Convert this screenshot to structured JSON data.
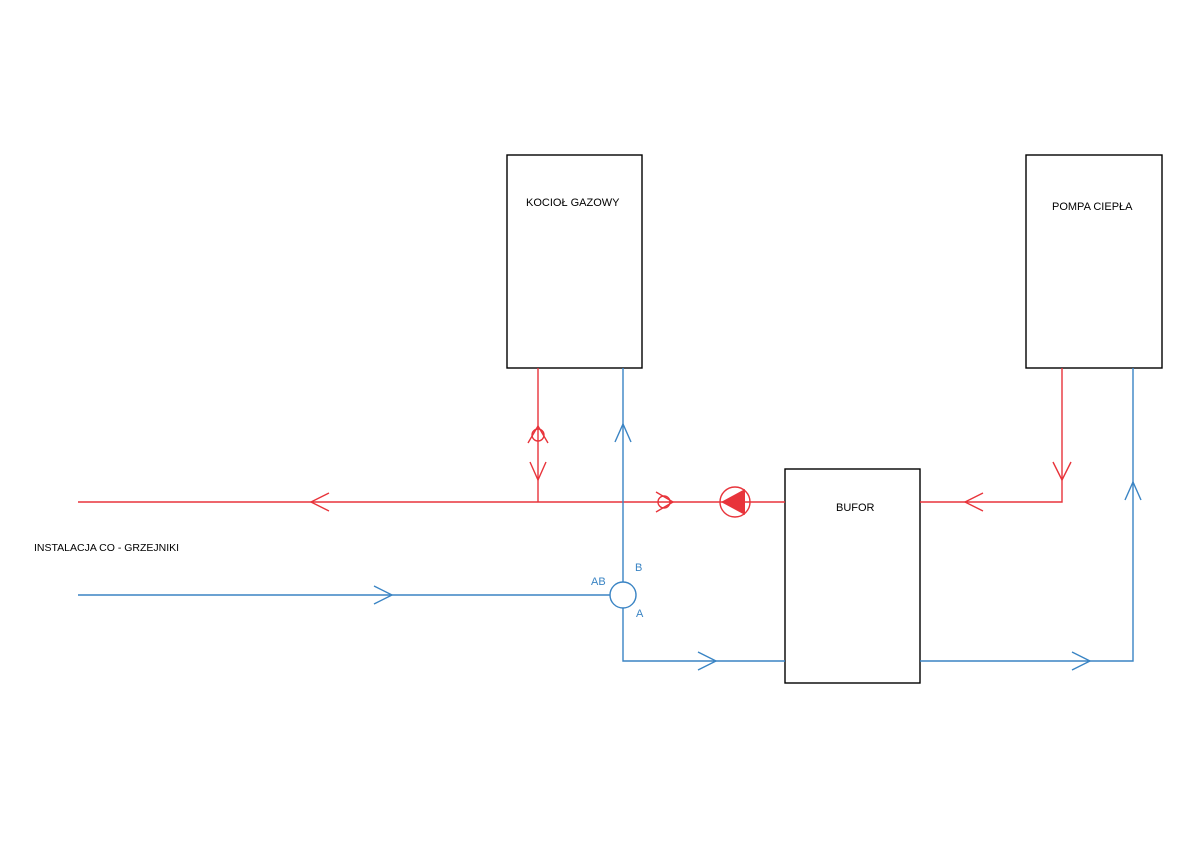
{
  "labels": {
    "boiler": "KOCIOŁ GAZOWY",
    "heat_pump": "POMPA CIEPŁA",
    "buffer": "BUFOR",
    "installation": "INSTALACJA CO - GRZEJNIKI",
    "valve_port_ab": "AB",
    "valve_port_b": "B",
    "valve_port_a": "A"
  },
  "colors": {
    "supply": "#e8343b",
    "return": "#3a84c4",
    "outline": "#000000"
  }
}
